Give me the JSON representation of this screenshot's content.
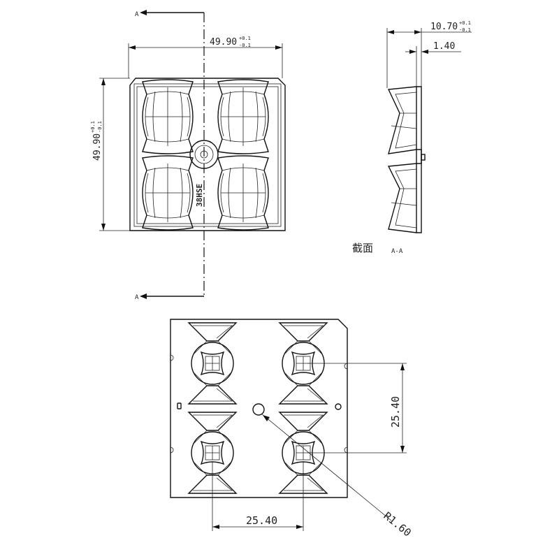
{
  "front_view": {
    "section_label_top": "A",
    "section_label_bottom": "A",
    "width_dim": "49.90",
    "height_dim": "49.90",
    "tol_plus": "+0.1",
    "tol_minus": "-0.1",
    "engraving": "38HSE"
  },
  "section_view": {
    "thickness_dim": "10.70",
    "tol_plus": "+0.1",
    "tol_minus": "-0.1",
    "flange_dim": "1.40",
    "caption": "截面",
    "caption_suffix": "A-A"
  },
  "bottom_view": {
    "pitch_vertical": "25.40",
    "pitch_horizontal": "25.40",
    "radius_dim": "R1.60"
  }
}
